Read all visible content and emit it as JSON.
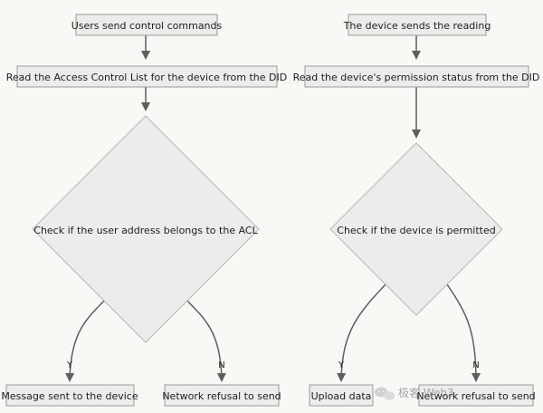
{
  "diagram": {
    "left_flow": {
      "start": "Users send control commands",
      "read": "Read the Access Control List for the device from the DID",
      "decision": "Check if the user address belongs to the ACL",
      "yes_label": "Y",
      "no_label": "N",
      "yes_outcome": "Message sent to the device",
      "no_outcome": "Network refusal to send"
    },
    "right_flow": {
      "start": "The device sends the reading",
      "read": "Read the device's permission status from the DID",
      "decision": "Check if the device is permitted",
      "yes_label": "Y",
      "no_label": "N",
      "yes_outcome": "Upload data",
      "no_outcome": "Network refusal to send"
    }
  },
  "watermark": {
    "icon": "wechat-icon",
    "text": "极客 Web3"
  }
}
